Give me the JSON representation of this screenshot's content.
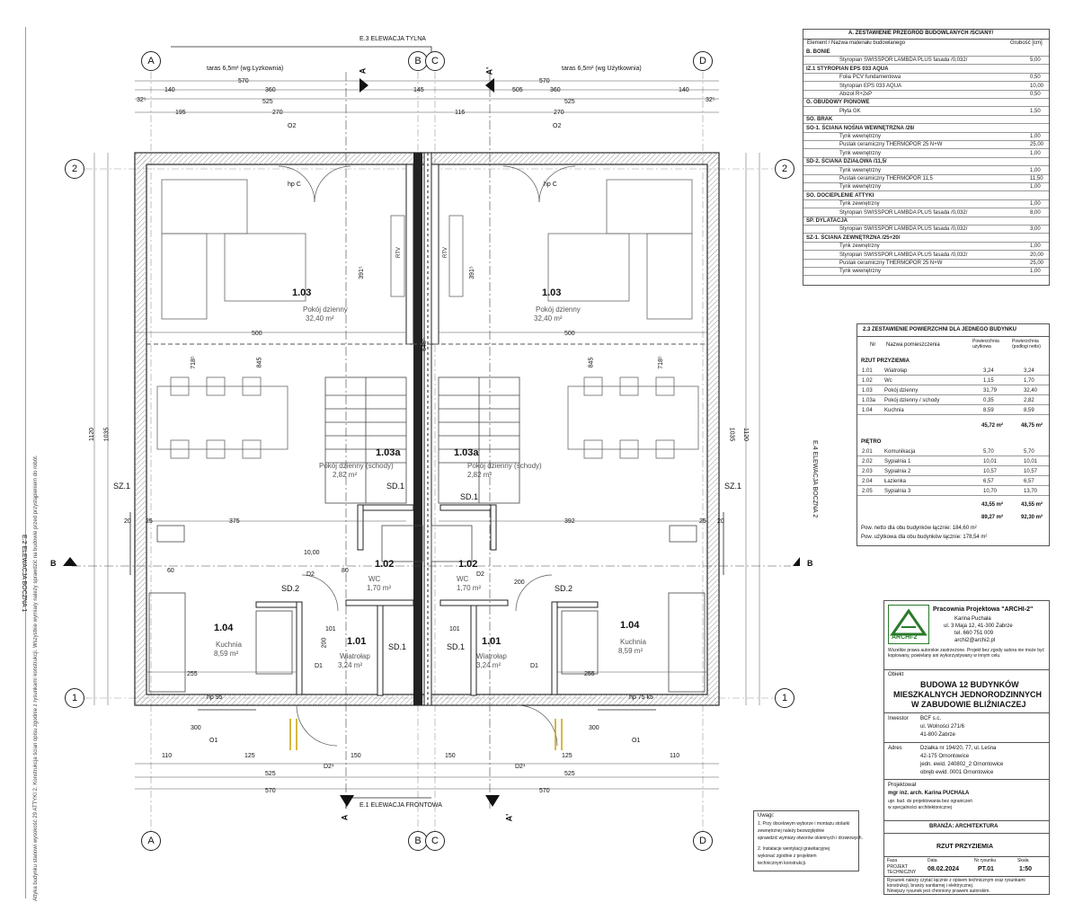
{
  "elevations": {
    "rear": "E.3 ELEWACJA TYLNA",
    "front": "E.1 ELEWACJA FRONTOWA",
    "side_left": "E.2 ELEWACJA BOCZNA 1",
    "side_right": "E.4 ELEWACJA BOCZNA 2"
  },
  "axes": {
    "A": "A",
    "B": "B",
    "C": "C",
    "D": "D",
    "n1": "1",
    "n2": "2"
  },
  "sections": {
    "a": "A",
    "a2": "A'",
    "b": "B"
  },
  "terrace": {
    "left": "taras 6,5m² (wg.Lyzkownia)",
    "right": "taras 6,5m² (wg Użytkownia)"
  },
  "dims": {
    "d570": "570",
    "d360": "360",
    "d140": "140",
    "d525": "525",
    "d195": "195",
    "d270": "270",
    "d145": "145",
    "d505": "505",
    "d116": "116",
    "d32": "32⁵",
    "d1120": "1120",
    "d1035": "1035",
    "d500": "500",
    "d375": "375",
    "d392": "392",
    "d255": "255",
    "d300": "300",
    "d110": "110",
    "d125": "125",
    "d150": "150",
    "d20": "20",
    "d25": "25",
    "d1000": "10,00",
    "d200": "200",
    "d101": "101",
    "d80": "80",
    "d60": "60",
    "d391": "391⁵",
    "d648": "648⁵",
    "d718": "718⁵",
    "d845": "845"
  },
  "rooms": {
    "r103": "1.03",
    "r103_name": "Pokój dzienny",
    "r103_area": "32,40 m²",
    "r103a": "1.03a",
    "r103a_name": "Pokój dzienny (schody)",
    "r103a_area": "2,82 m²",
    "r102": "1.02",
    "r102_name": "WC",
    "r102_area": "1,70 m²",
    "r101": "1.01",
    "r101_name": "Wiatrołap",
    "r101_area": "3,24 m²",
    "r104": "1.04",
    "r104_name": "Kuchnia",
    "r104_area": "8,59 m²"
  },
  "labels": {
    "hp": "hp C",
    "rtv": "RTV",
    "sd1": "SD.1",
    "sd2": "SD.2",
    "sz1": "SZ.1",
    "o1": "O1",
    "o2": "O2",
    "d1": "D1",
    "d2": "D2",
    "d21": "D2¹",
    "hp95": "hp 95",
    "hp75": "hp 75 k5"
  },
  "materials": {
    "title": "A. ZESTAWIENIE PRZEGRÓD BUDOWLANYCH /ŚCIANY/",
    "col1": "Element / Nazwa materiału budowlanego",
    "col2": "Grubość [cm]",
    "rows": [
      {
        "name": "B. BONIE",
        "val": "",
        "head": true
      },
      {
        "name": "Styropian SWISSPOR LAMBDA PLUS fasada /0,032/",
        "val": "5,00",
        "head": false
      },
      {
        "name": "IZ.1 STYROPIAN EPS 033 AQUA",
        "val": "",
        "head": true
      },
      {
        "name": "Folia PCV fundamentowa",
        "val": "0,50",
        "head": false
      },
      {
        "name": "Styropian EPS 033 AQUA",
        "val": "10,00",
        "head": false
      },
      {
        "name": "Abizol R+2xP",
        "val": "0,50",
        "head": false
      },
      {
        "name": "O. OBUDOWY PIONOWE",
        "val": "",
        "head": true
      },
      {
        "name": "Płyta GK",
        "val": "1,50",
        "head": false
      },
      {
        "name": "SO. BRAK",
        "val": "",
        "head": true
      },
      {
        "name": "SO-1. ŚCIANA NOŚNA WEWNĘTRZNA /26/",
        "val": "",
        "head": true
      },
      {
        "name": "Tynk wewnętrzny",
        "val": "1,00",
        "head": false
      },
      {
        "name": "Pustak ceramiczny THERMOPOR 25 N+W",
        "val": "25,00",
        "head": false
      },
      {
        "name": "Tynk wewnętrzny",
        "val": "1,00",
        "head": false
      },
      {
        "name": "SD-2. ŚCIANA DZIAŁOWA /11,5/",
        "val": "",
        "head": true
      },
      {
        "name": "Tynk wewnętrzny",
        "val": "1,00",
        "head": false
      },
      {
        "name": "Pustak ceramiczny THERMOPOR 11,5",
        "val": "11,50",
        "head": false
      },
      {
        "name": "Tynk wewnętrzny",
        "val": "1,00",
        "head": false
      },
      {
        "name": "SO. DOCIEPLENIE ATTYKI",
        "val": "",
        "head": true
      },
      {
        "name": "Tynk zewnętrzny",
        "val": "1,00",
        "head": false
      },
      {
        "name": "Styropian SWISSPOR LAMBDA PLUS fasada /0,032/",
        "val": "8,00",
        "head": false
      },
      {
        "name": "SP. DYLATACJA",
        "val": "",
        "head": true
      },
      {
        "name": "Styropian SWISSPOR LAMBDA PLUS fasada /0,032/",
        "val": "3,00",
        "head": false
      },
      {
        "name": "SZ-1. ŚCIANA ZEWNĘTRZNA /25+20/",
        "val": "",
        "head": true
      },
      {
        "name": "Tynk zewnętrzny",
        "val": "1,00",
        "head": false
      },
      {
        "name": "Styropian SWISSPOR LAMBDA PLUS fasada /0,032/",
        "val": "20,00",
        "head": false
      },
      {
        "name": "Pustak ceramiczny THERMOPOR 25 N+W",
        "val": "25,00",
        "head": false
      },
      {
        "name": "Tynk wewnętrzny",
        "val": "1,00",
        "head": false
      }
    ]
  },
  "areas": {
    "title": "2.3 ZESTAWIENIE POWIERZCHNI DLA JEDNEGO BUDYNKU",
    "h_no": "Nr",
    "h_name": "Nazwa pomieszczenia",
    "h_a1": "Powierzchnia użytkowa",
    "h_a2": "Powierzchnia (podłogi netto)",
    "g_title": "RZUT PRZYZIEMIA",
    "ground": [
      {
        "no": "1.01",
        "name": "Wiatrołap",
        "a": "3,24",
        "b": "3,24"
      },
      {
        "no": "1.02",
        "name": "Wc",
        "a": "1,15",
        "b": "1,70"
      },
      {
        "no": "1.03",
        "name": "Pokój dzienny",
        "a": "31,79",
        "b": "32,40"
      },
      {
        "no": "1.03a",
        "name": "Pokój dzienny / schody",
        "a": "0,35",
        "b": "2,82"
      },
      {
        "no": "1.04",
        "name": "Kuchnia",
        "a": "8,59",
        "b": "8,59"
      }
    ],
    "g_sum_a": "45,72 m²",
    "g_sum_b": "48,75 m²",
    "f_title": "PIĘTRO",
    "first": [
      {
        "no": "2.01",
        "name": "Komunikacja",
        "a": "5,70",
        "b": "5,70"
      },
      {
        "no": "2.02",
        "name": "Sypialnia 1",
        "a": "10,01",
        "b": "10,01"
      },
      {
        "no": "2.03",
        "name": "Sypialnia 2",
        "a": "10,57",
        "b": "10,57"
      },
      {
        "no": "2.04",
        "name": "Łazienka",
        "a": "6,57",
        "b": "6,57"
      },
      {
        "no": "2.05",
        "name": "Sypialnia 3",
        "a": "10,70",
        "b": "13,70"
      }
    ],
    "f_sum_a": "43,55 m²",
    "f_sum_b": "43,55 m²",
    "tot_a": "89,27 m²",
    "tot_b": "92,30 m²",
    "note1": "Pow. netto dla obu budynków łącznie: 184,60 m²",
    "note2": "Pow. użytkowa dla obu budynków łącznie: 178,54 m²"
  },
  "stamp": {
    "company": "Pracownia Projektowa \"ARCHI-2\"",
    "owner": "Karina Puchała",
    "addr": "ul. 3 Maja 12, 41-300 Zabrze",
    "tel": "tel. 660 751 009",
    "mail": "archi2@archi2.pl",
    "logo": "ARCHI-2",
    "rights": "Wszelkie prawa autorskie zastrzeżone. Projekt bez zgody autora nie może być kopiowany, powielany ani wykorzystywany w innym celu.",
    "obj_label": "Obiekt",
    "title1": "BUDOWA 12 BUDYNKÓW",
    "title2": "MIESZKALNYCH JEDNORODZINNYCH",
    "title3": "W ZABUDOWIE BLIŹNIACZEJ",
    "inv_label": "Inwestor",
    "inv1": "BCF s.c.",
    "inv2": "ul. Wolności 271/6",
    "inv3": "41-800 Zabrze",
    "adr_label": "Adres",
    "adr1": "Działka nr 194/20, 77, ul. Leśna",
    "adr2": "42-175 Ornontowice",
    "adr3": "jedn. ewid. 240802_2 Ornontowice",
    "adr4": "obręb ewid. 0001 Ornontowice",
    "des_label": "Projektował",
    "des1": "mgr inż. arch. Karina PUCHAŁA",
    "des2": "upr. bud. do projektowania bez ograniczeń",
    "des3": "w specjalności architektonicznej",
    "branch": "BRANŻA: ARCHITEKTURA",
    "sheet": "RZUT PRZYZIEMIA",
    "stage_label": "Faza",
    "stage": "PROJEKT TECHNICZNY",
    "date_label": "Data",
    "date": "08.02.2024",
    "no_label": "Nr rysunku",
    "no": "PT.01",
    "scale_label": "Skala",
    "scale": "1:50",
    "foot1": "Rysunek należy czytać łącznie z opisem technicznym oraz rysunkami",
    "foot2": "konstrukcji, branży sanitarnej i elektrycznej.",
    "foot3": "Niniejszy rysunek jest chroniony prawem autorskim."
  },
  "notes": {
    "title": "Uwagi:",
    "n1": "1. Przy docelowym wyborze i montażu stolarki",
    "n2": "zewnętrznej należy bezwzględnie",
    "n3": "sprawdzić wymiary otworów okiennych i drzwiowych.",
    "n4": "2. Instalacje wentylacji grawitacyjnej",
    "n5": "wykonać zgodnie z projektem",
    "n6": "technicznym konstrukcji."
  },
  "side_note": "Attyka budynku stanowi wysokość 29 ATTYKI 2. Konstrukcja ścian opisu zgodnie z rysunkami konstrukcji. Wszystkie wymiary należy sprawdzić na budowie przed przystąpieniem do robót."
}
